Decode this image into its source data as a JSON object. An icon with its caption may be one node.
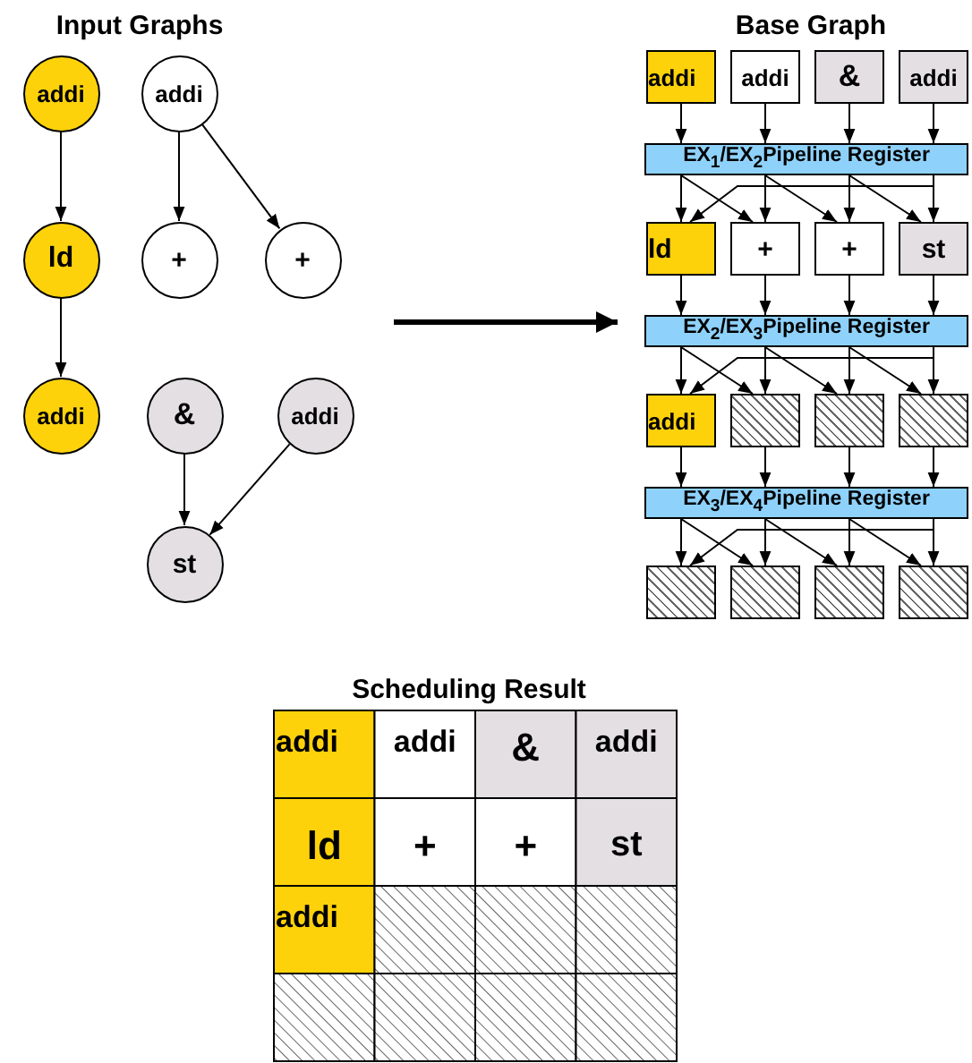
{
  "diagram": {
    "nodes": [
      {
        "text": [
          "addi"
        ]
      },
      {
        "text": [
          "addi"
        ]
      },
      {
        "text": [
          "ld"
        ]
      },
      {
        "text": [
          "+"
        ]
      },
      {
        "text": [
          "+"
        ]
      },
      {
        "text": [
          "addi"
        ]
      },
      {
        "text": [
          "&"
        ]
      },
      {
        "text": [
          "addi"
        ]
      },
      {
        "text": [
          "st"
        ]
      },
      {
        "text": [
          "addi"
        ]
      },
      {
        "text": [
          "addi"
        ]
      },
      {
        "text": [
          "&"
        ]
      },
      {
        "text": [
          "addi"
        ]
      },
      {
        "text": [
          "EX$_{1}$/EX$_{2}$Pipeline Register"
        ]
      },
      {
        "text": [
          "ld"
        ]
      },
      {
        "text": [
          "+"
        ]
      },
      {
        "text": [
          "+"
        ]
      },
      {
        "text": [
          "st"
        ]
      },
      {
        "text": [
          "EX$_{2}$/EX$_{3}$Pipeline Register"
        ]
      },
      {
        "text": [
          "addi"
        ]
      },
      {
        "text": [],
        "shape": "box"
      },
      {
        "text": [],
        "shape": "box"
      },
      {
        "text": [],
        "shape": "box"
      },
      {
        "text": [
          "EX$_{3}$/EX$_{4}$Pipeline Register"
        ]
      },
      {
        "text": [],
        "shape": "box"
      },
      {
        "text": [],
        "shape": "box"
      },
      {
        "text": [],
        "shape": "box"
      },
      {
        "text": [],
        "shape": "box"
      }
    ],
    "edges": [
      {
        "from": 0,
        "to": 2,
        "arrow": "to"
      },
      {
        "from": 2,
        "to": 5,
        "arrow": "to"
      },
      {
        "from": 1,
        "to": 3,
        "arrow": "to"
      },
      {
        "from": 1,
        "to": 4,
        "arrow": "to"
      },
      {
        "from": 6,
        "to": 8,
        "arrow": "to"
      },
      {
        "from": 7,
        "to": 8,
        "arrow": "to"
      },
      {
        "from": 9,
        "to": 13,
        "arrow": "to"
      },
      {
        "from": 10,
        "to": 13,
        "arrow": "to"
      },
      {
        "from": 11,
        "to": 13,
        "arrow": "to"
      },
      {
        "from": 12,
        "to": 13,
        "arrow": "to"
      },
      {
        "from": 13,
        "to": 14,
        "arrow": "to"
      },
      {
        "from": 13,
        "to": 15,
        "arrow": "to"
      },
      {
        "from": 13,
        "to": 16,
        "arrow": "to"
      },
      {
        "from": 13,
        "to": 17,
        "arrow": "to"
      },
      {
        "from": 13,
        "to": 15,
        "arrow": "to"
      },
      {
        "from": 13,
        "to": 16,
        "arrow": "to"
      },
      {
        "from": 13,
        "to": 17,
        "arrow": "to"
      },
      {
        "from": 13,
        "to": 14,
        "arrow": "to"
      },
      {
        "from": 14,
        "to": 18,
        "arrow": "to"
      },
      {
        "from": 15,
        "to": 18,
        "arrow": "to"
      },
      {
        "from": 16,
        "to": 18,
        "arrow": "to"
      },
      {
        "from": 17,
        "to": 18,
        "arrow": "to"
      },
      {
        "from": 18,
        "to": 19,
        "arrow": "to"
      },
      {
        "from": 18,
        "to": 20,
        "arrow": "to"
      },
      {
        "from": 18,
        "to": 21,
        "arrow": "to"
      },
      {
        "from": 18,
        "to": 22,
        "arrow": "to"
      },
      {
        "from": 18,
        "to": 20,
        "arrow": "to"
      },
      {
        "from": 18,
        "to": 21,
        "arrow": "to"
      },
      {
        "from": 18,
        "to": 22,
        "arrow": "to"
      },
      {
        "from": 18,
        "to": 19,
        "arrow": "to"
      },
      {
        "from": 19,
        "to": 23,
        "arrow": "to"
      },
      {
        "from": 20,
        "to": 23,
        "arrow": "to"
      },
      {
        "from": 21,
        "to": 23,
        "arrow": "to"
      },
      {
        "from": 22,
        "to": 23,
        "arrow": "to"
      },
      {
        "from": 23,
        "to": 24,
        "arrow": "to"
      },
      {
        "from": 23,
        "to": 25,
        "arrow": "to"
      },
      {
        "from": 23,
        "to": 26,
        "arrow": "to"
      },
      {
        "from": 23,
        "to": 27,
        "arrow": "to"
      },
      {
        "from": 23,
        "to": 25,
        "arrow": "to"
      },
      {
        "from": 23,
        "to": 26,
        "arrow": "to"
      },
      {
        "from": 23,
        "to": 27,
        "arrow": "to"
      },
      {
        "from": 23,
        "to": 24,
        "arrow": "to"
      }
    ],
    "labels": [
      "Input Graphs",
      "Base Graph",
      "Scheduling Result",
      "addi",
      "addi",
      "&",
      "addi",
      "ld",
      "+",
      "+",
      "st",
      "addi"
    ]
  }
}
